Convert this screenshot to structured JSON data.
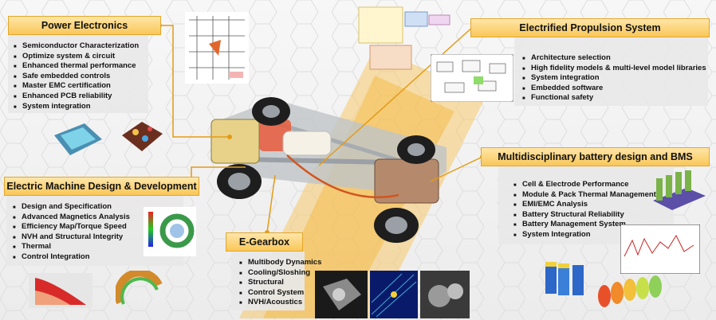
{
  "sections": [
    {
      "key": "power_electronics",
      "title": "Power Electronics",
      "items": [
        "Semiconductor Characterization",
        "Optimize system & circuit",
        "Enhanced thermal performance",
        "Safe embedded controls",
        "Master EMC certification",
        "Enhanced PCB reliability",
        "System integration"
      ]
    },
    {
      "key": "propulsion",
      "title": "Electrified Propulsion System",
      "items": [
        "Architecture selection",
        "High fidelity models & multi-level model libraries",
        "System integration",
        "Embedded software",
        "Functional safety"
      ]
    },
    {
      "key": "battery",
      "title": "Multidisciplinary battery design and BMS",
      "items": [
        "Cell & Electrode Performance",
        "Module & Pack Thermal Management",
        "EMI/EMC Analysis",
        "Battery Structural Reliability",
        "Battery Management System",
        "System Integration"
      ]
    },
    {
      "key": "machine",
      "title": "Electric Machine Design & Development",
      "items": [
        "Design and Specification",
        "Advanced Magnetics Analysis",
        "Efficiency Map/Torque Speed",
        "NVH and Structural Integrity",
        "Thermal",
        "Control Integration"
      ]
    },
    {
      "key": "gearbox",
      "title": "E-Gearbox",
      "items": [
        "Multibody Dynamics",
        "Cooling/Sloshing",
        "Structural",
        "Control System",
        "NVH/Acoustics"
      ]
    }
  ],
  "colors": {
    "accent": "#f9c759",
    "accent_border": "#e2a72c",
    "connector": "#e39b16"
  }
}
